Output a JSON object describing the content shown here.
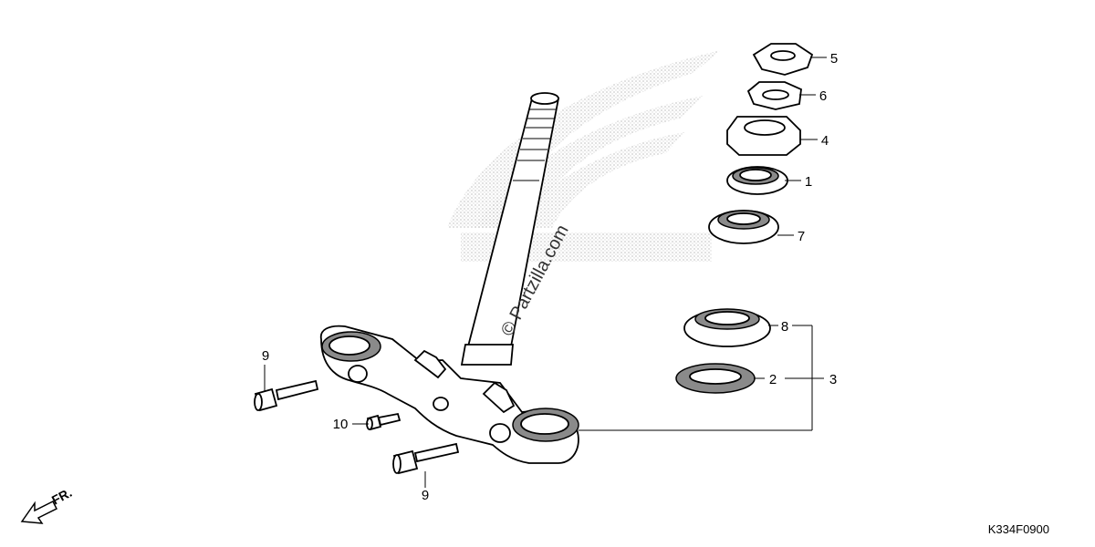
{
  "diagram": {
    "callouts": {
      "p1": "1",
      "p2": "2",
      "p3": "3",
      "p4": "4",
      "p5": "5",
      "p6": "6",
      "p7": "7",
      "p8": "8",
      "p9a": "9",
      "p9b": "9",
      "p10": "10"
    },
    "direction_label": "FR.",
    "diagram_code": "K334F0900",
    "watermark": "© Partzilla.com",
    "colors": {
      "line": "#000000",
      "part_grey": "#8a8a8a",
      "logo_stipple": "#c8c8c8"
    }
  }
}
